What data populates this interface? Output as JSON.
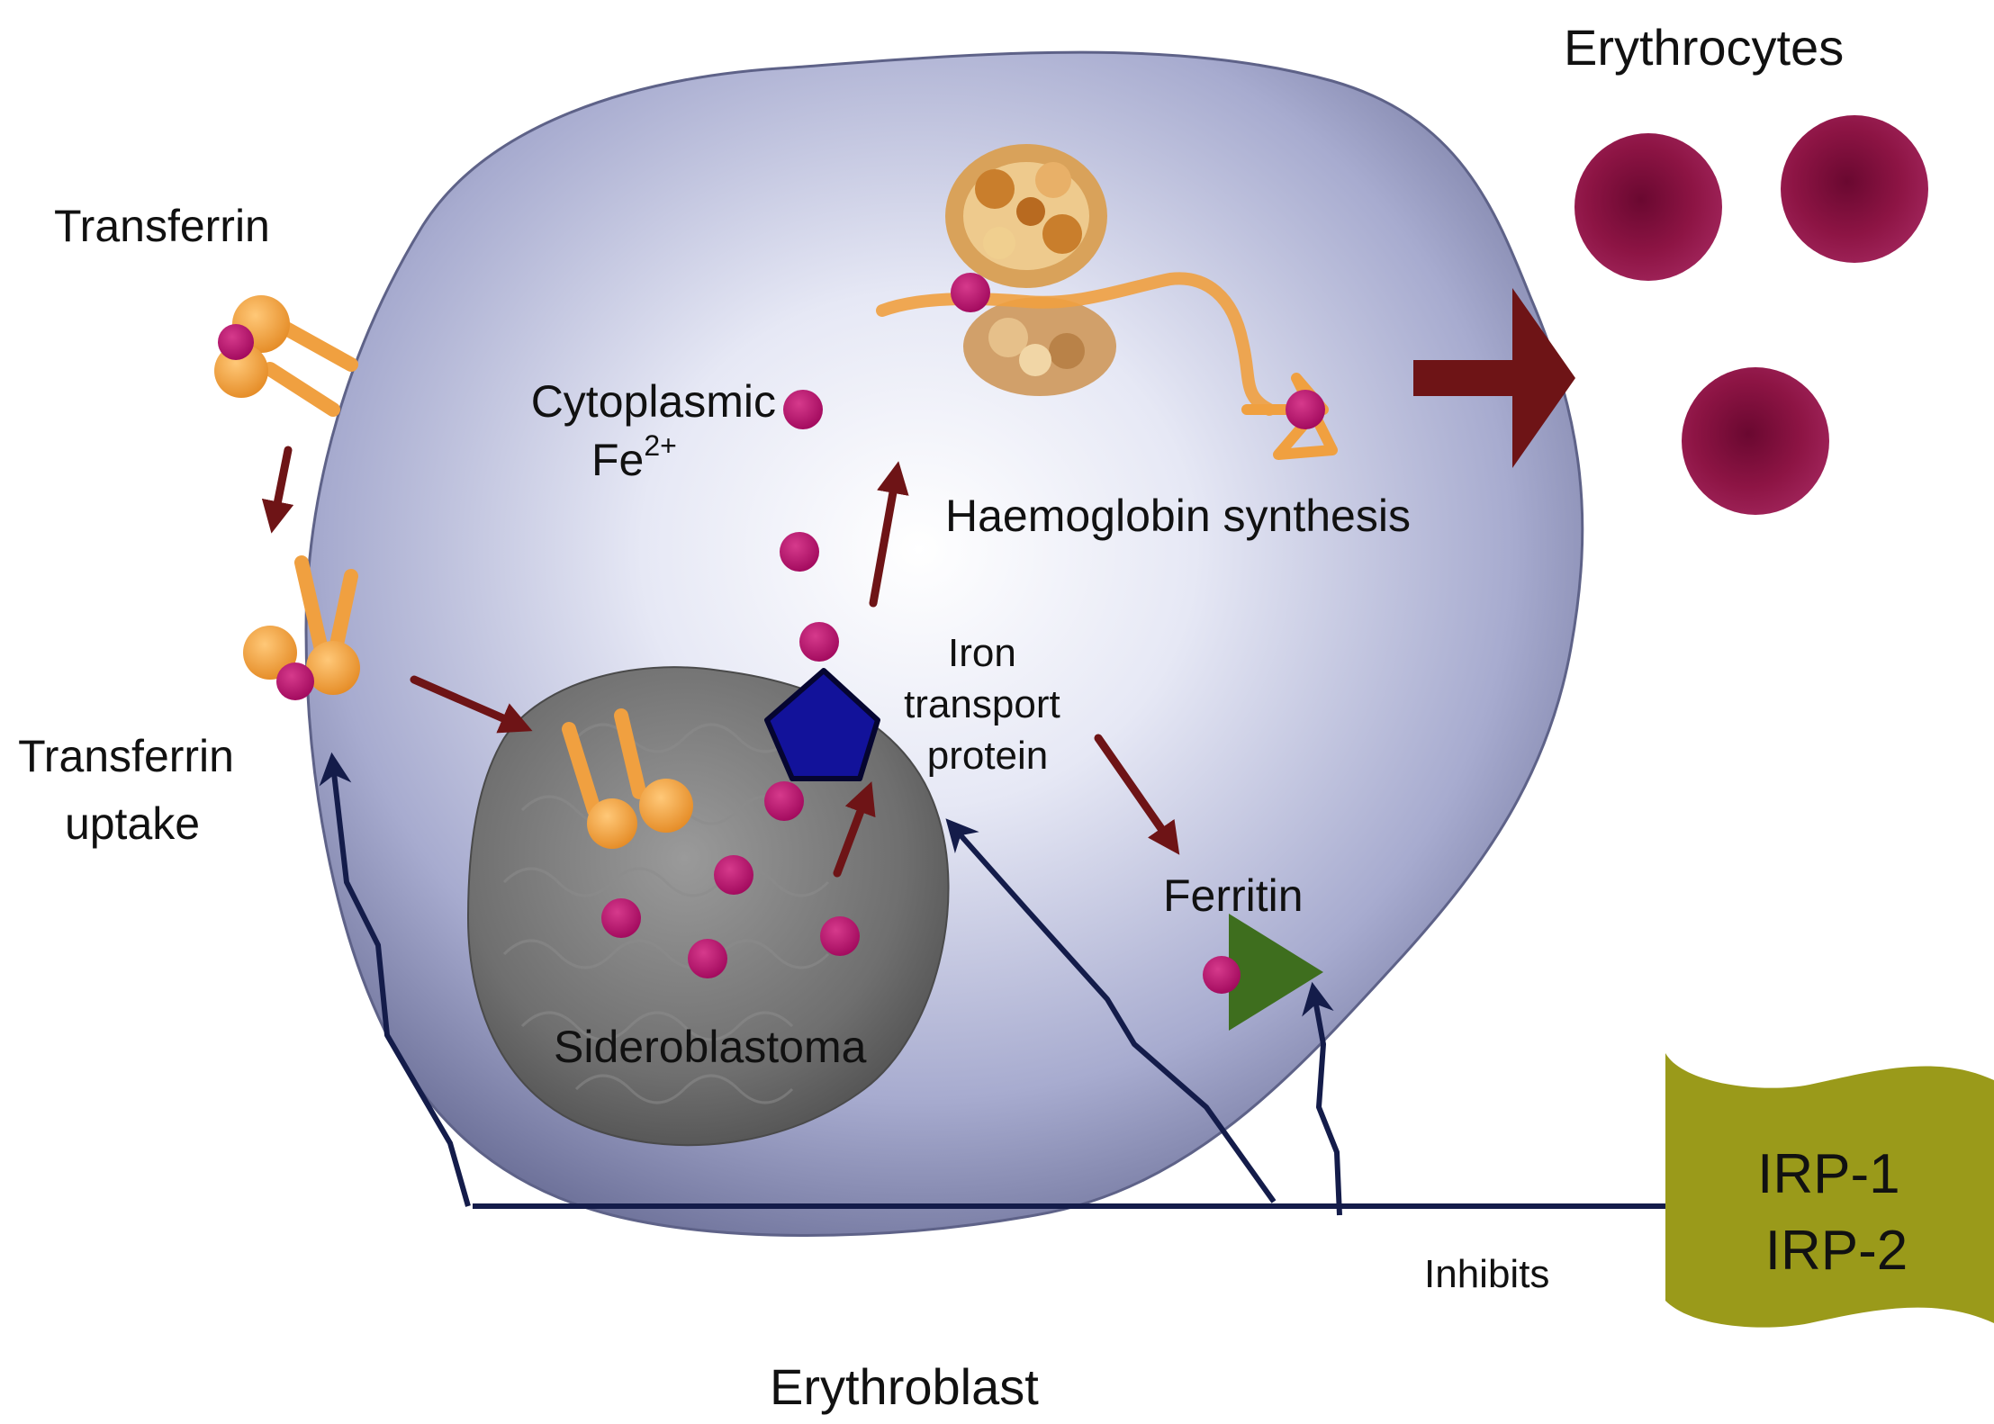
{
  "labels": {
    "erythrocytes": "Erythrocytes",
    "transferrin": "Transferrin",
    "transferrin_uptake_1": "Transferrin",
    "transferrin_uptake_2": "uptake",
    "cytoplasmic_1": "Cytoplasmic",
    "cytoplasmic_2_base": "Fe",
    "cytoplasmic_2_sup": "2+",
    "haemoglobin_synthesis": "Haemoglobin synthesis",
    "iron_transport_1": "Iron",
    "iron_transport_2": "transport",
    "iron_transport_3": "protein",
    "ferritin": "Ferritin",
    "sideroblastoma": "Sideroblastoma",
    "irp1": "IRP-1",
    "irp2": "IRP-2",
    "inhibits": "Inhibits",
    "erythroblast": "Erythroblast"
  },
  "colors": {
    "cell_edge": "#7a7faa",
    "cell_center": "#ffffff",
    "iron_dot": "#b0106a",
    "transferrin_orange": "#f0a040",
    "arrow_dark_red": "#6e1416",
    "inhibit_navy": "#141c4a",
    "pentagon_blue": "#12129a",
    "ferritin_green": "#3e6e1e",
    "irp_olive": "#9a9a1a",
    "erythrocyte": "#8a1040",
    "nucleus_gray": "#777777"
  },
  "icons": {
    "iron_ion": "magenta-dot-icon",
    "iron_transport_protein": "blue-pentagon-icon",
    "ferritin": "green-triangle-icon",
    "haemoglobin": "protein-cluster-icon",
    "transferrin": "orange-dumbbell-icon",
    "irp_box": "wavy-banner-icon"
  }
}
